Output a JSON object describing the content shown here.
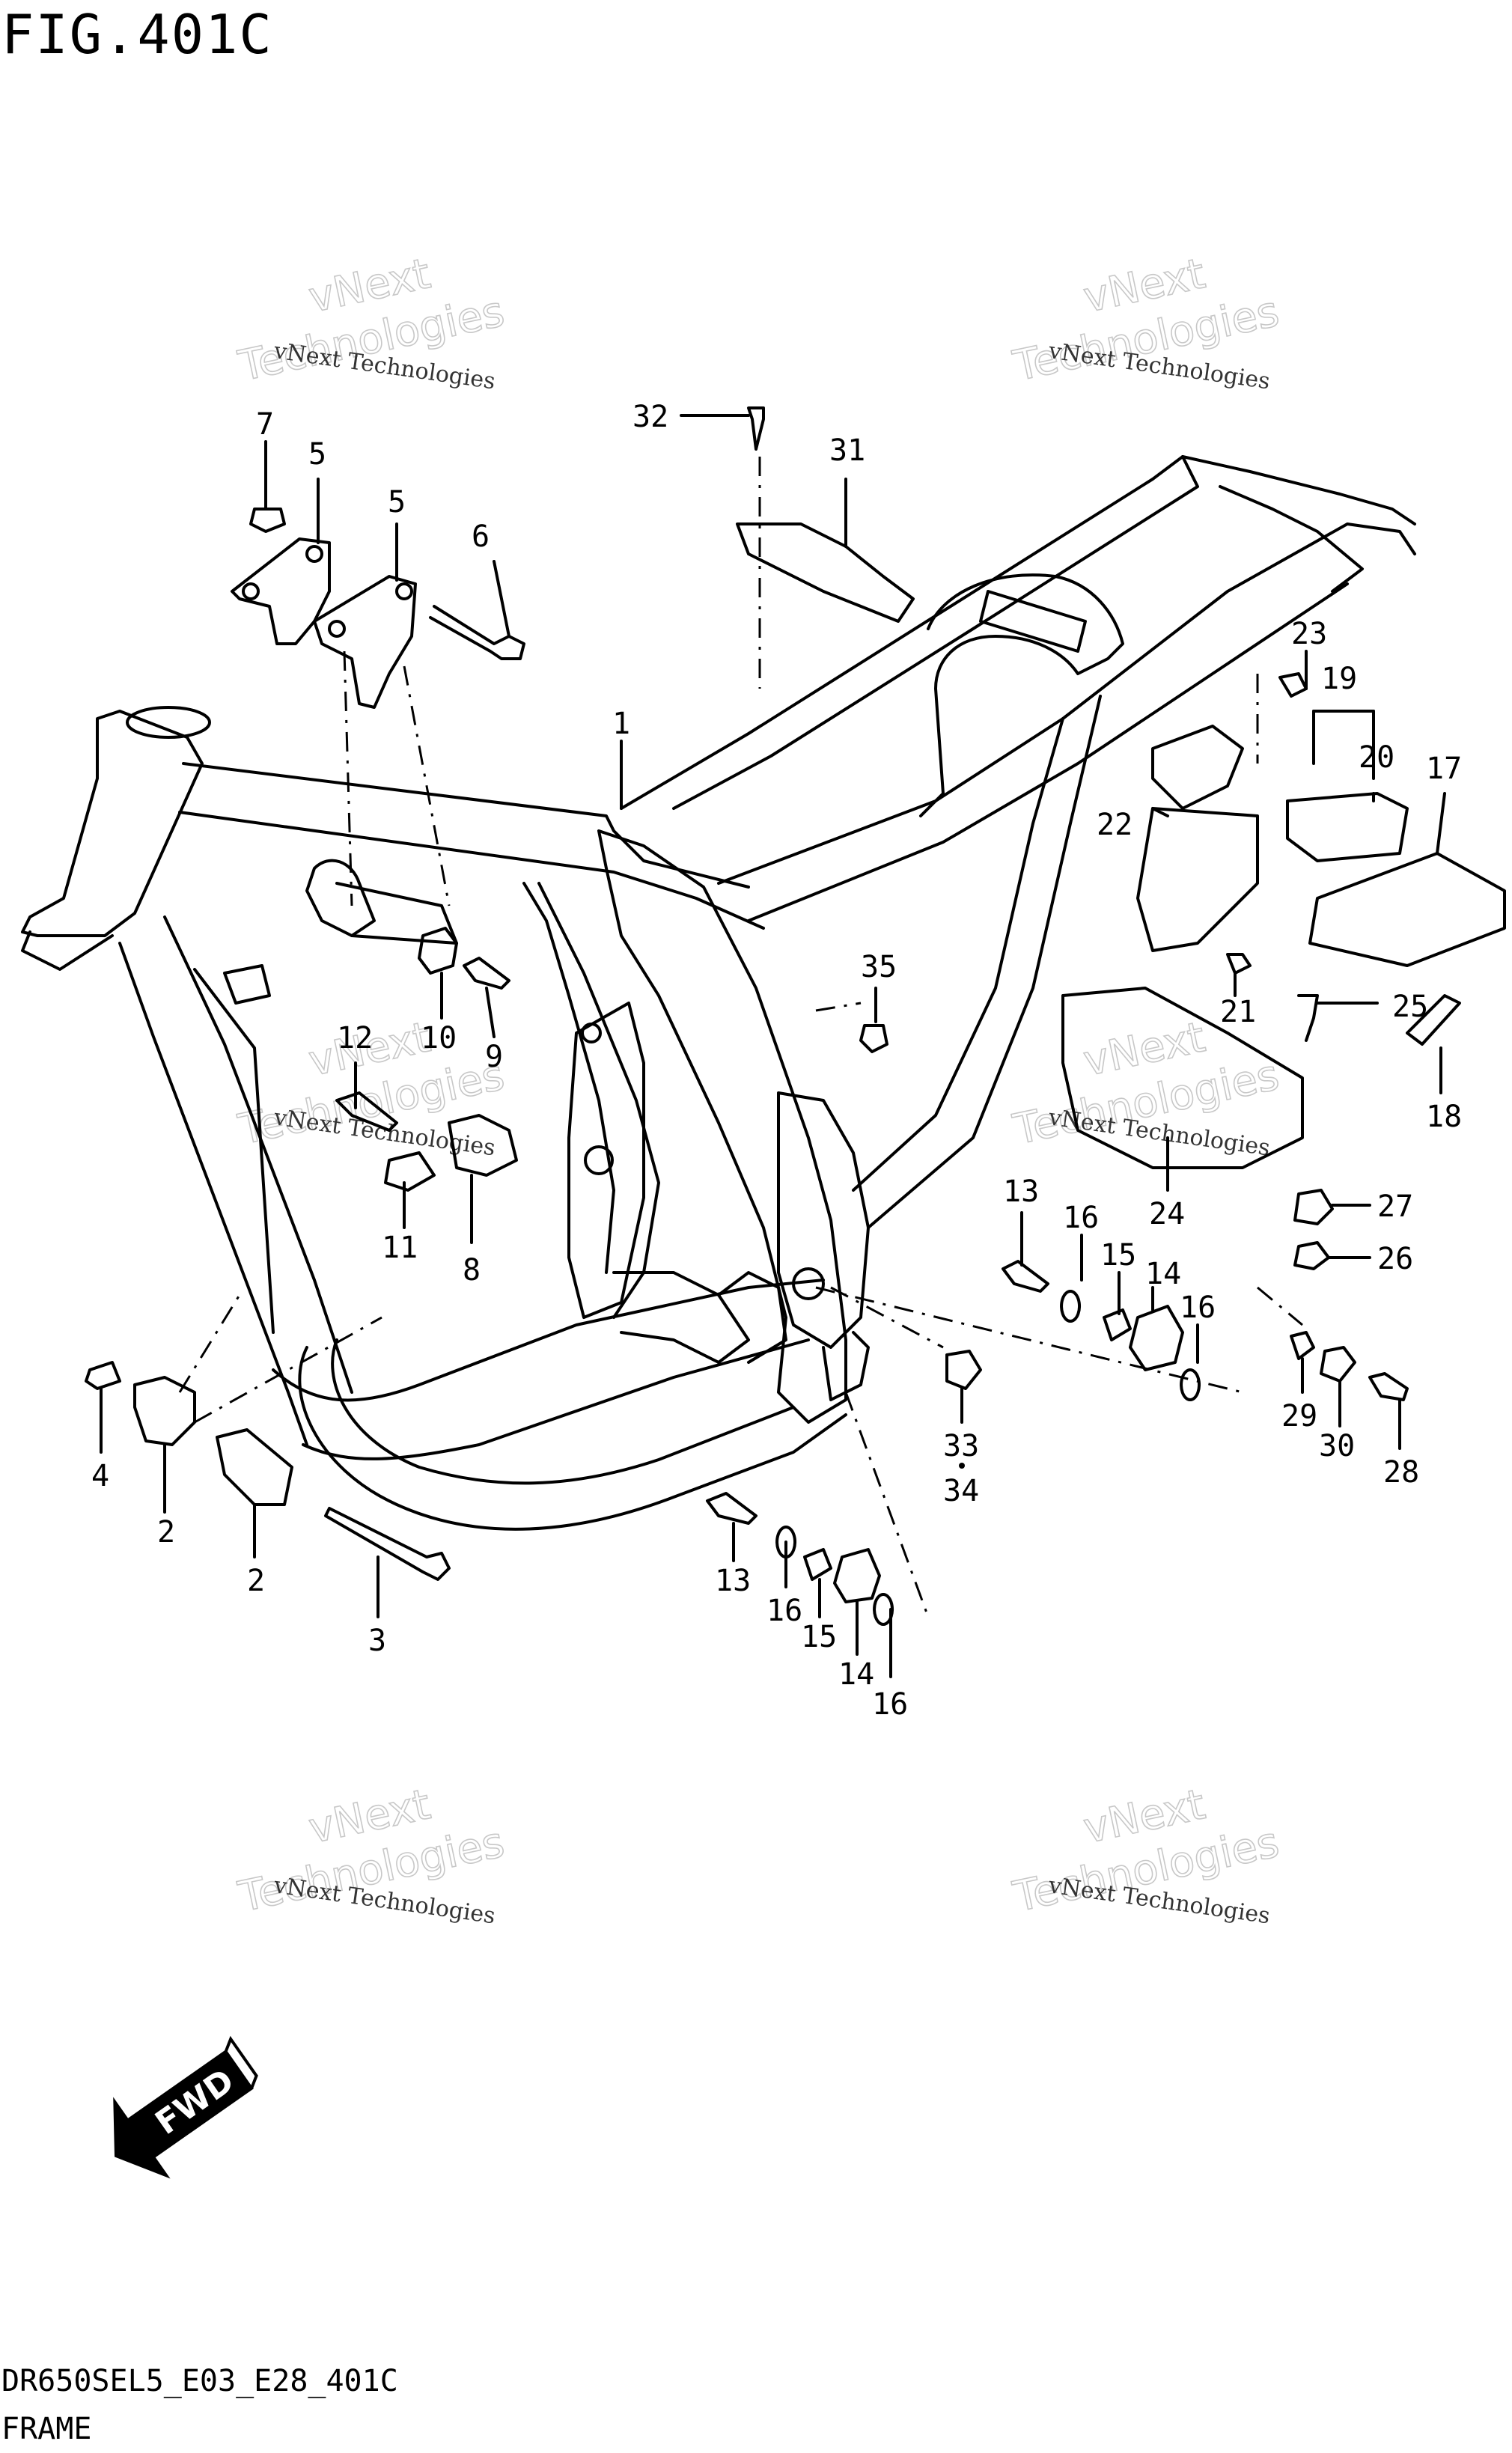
{
  "figure": {
    "title": "FIG.401C",
    "code": "DR650SEL5_E03_E28_401C",
    "name": "FRAME"
  },
  "watermark": {
    "line1": "vNext Technologies",
    "line2": "vNext",
    "line3": "Technologies"
  },
  "fwd": {
    "label": "FWD",
    "icon": "fwd-arrow-icon"
  },
  "callouts": [
    "1",
    "2",
    "2",
    "3",
    "4",
    "5",
    "5",
    "6",
    "7",
    "8",
    "9",
    "10",
    "11",
    "12",
    "13",
    "13",
    "14",
    "14",
    "15",
    "15",
    "16",
    "16",
    "16",
    "16",
    "17",
    "18",
    "19",
    "20",
    "21",
    "22",
    "23",
    "24",
    "25",
    "26",
    "27",
    "28",
    "29",
    "30",
    "31",
    "32",
    "33",
    "34",
    "35"
  ]
}
